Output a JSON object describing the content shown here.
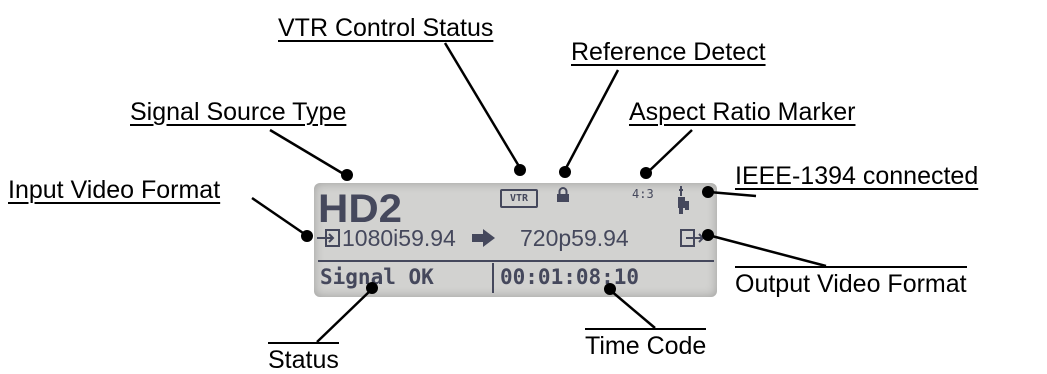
{
  "callouts": {
    "vtr_control_status": "VTR Control Status",
    "reference_detect": "Reference Detect",
    "signal_source_type": "Signal Source Type",
    "aspect_ratio_marker": "Aspect Ratio Marker",
    "ieee1394_connected": "IEEE-1394 connected",
    "input_video_format": "Input Video Format",
    "output_video_format": "Output Video Format",
    "status": "Status",
    "time_code": "Time Code"
  },
  "lcd": {
    "signal_source": "HD2",
    "vtr_badge": "VTR",
    "aspect_ratio": "4:3",
    "input_format": "1080i59.94",
    "output_format": "720p59.94",
    "status": "Signal OK",
    "time_code": "00:01:08:10"
  },
  "colors": {
    "lcd_background": "#d2d2d0",
    "lcd_text": "#45485c",
    "callout_text": "#000000"
  },
  "icons": {
    "input": "input-arrow-box-icon",
    "arrow": "right-arrow-icon",
    "output": "output-box-arrow-icon",
    "lock": "lock-icon",
    "firewire": "ieee1394-plug-icon"
  }
}
